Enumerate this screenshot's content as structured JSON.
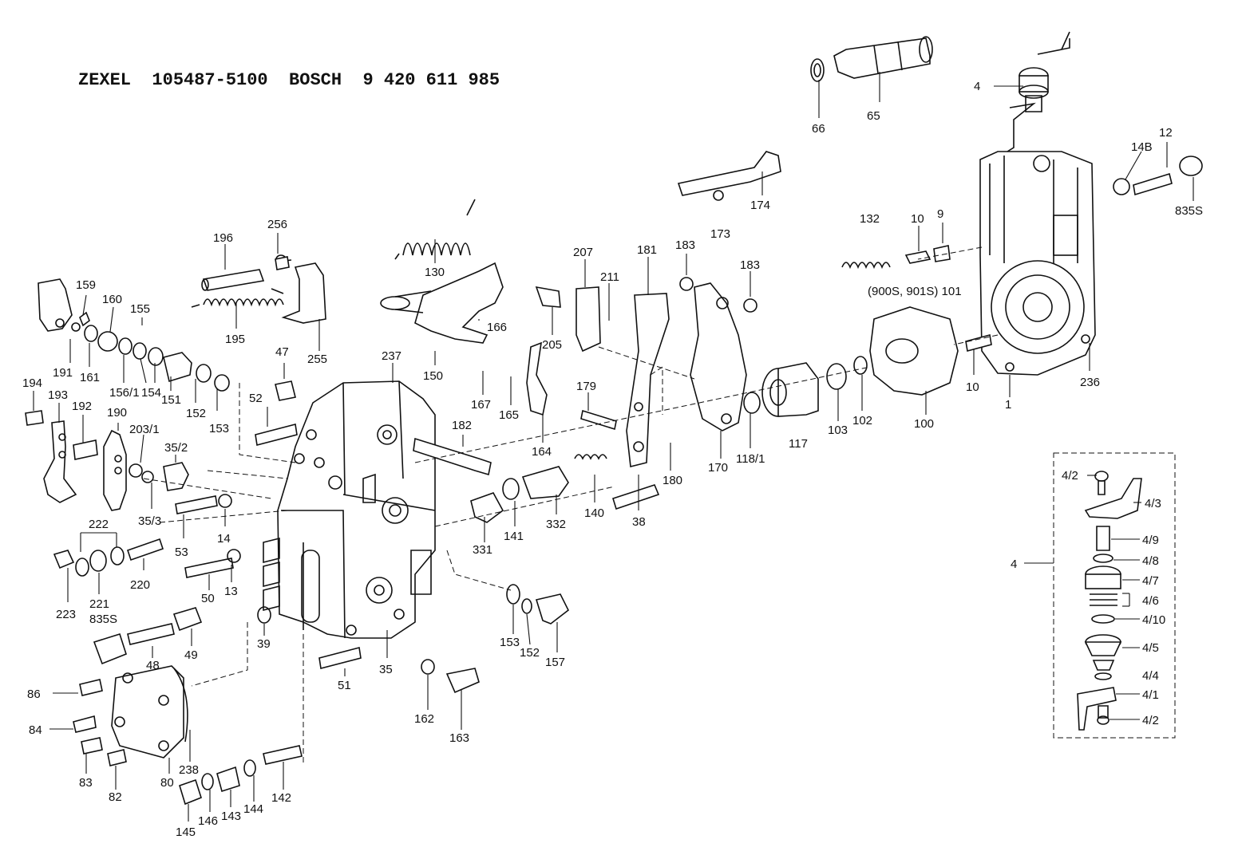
{
  "header": {
    "title": "ZEXEL  105487-5100  BOSCH  9 420 611 985"
  },
  "labels": {
    "p1": "1",
    "p4": "4",
    "p9": "9",
    "p10a": "10",
    "p10b": "10",
    "p12": "12",
    "p13": "13",
    "p14": "14",
    "p14B": "14B",
    "p35": "35",
    "p35_2": "35/2",
    "p35_3": "35/3",
    "p38": "38",
    "p39": "39",
    "p47": "47",
    "p48": "48",
    "p49": "49",
    "p50": "50",
    "p51": "51",
    "p52": "52",
    "p53": "53",
    "p65": "65",
    "p66": "66",
    "p80": "80",
    "p82": "82",
    "p83": "83",
    "p84": "84",
    "p86": "86",
    "p100": "100",
    "p101": "(900S, 901S) 101",
    "p102": "102",
    "p103": "103",
    "p117": "117",
    "p118_1": "118/1",
    "p130": "130",
    "p132": "132",
    "p140": "140",
    "p141": "141",
    "p142": "142",
    "p143": "143",
    "p144": "144",
    "p145": "145",
    "p146": "146",
    "p150": "150",
    "p151": "151",
    "p152a": "152",
    "p152b": "152",
    "p153a": "153",
    "p153b": "153",
    "p154": "154",
    "p155": "155",
    "p156_1": "156/1",
    "p157": "157",
    "p159": "159",
    "p160": "160",
    "p161": "161",
    "p162": "162",
    "p163": "163",
    "p164": "164",
    "p165": "165",
    "p166": "166",
    "p167": "167",
    "p170": "170",
    "p173": "173",
    "p174": "174",
    "p179": "179",
    "p180": "180",
    "p181": "181",
    "p182": "182",
    "p183a": "183",
    "p183b": "183",
    "p190": "190",
    "p191": "191",
    "p192": "192",
    "p193": "193",
    "p194": "194",
    "p195": "195",
    "p196": "196",
    "p203_1": "203/1",
    "p205": "205",
    "p207": "207",
    "p211": "211",
    "p220": "220",
    "p221": "221",
    "p222": "222",
    "p223": "223",
    "p835a": "835S",
    "p835b": "835S",
    "p236": "236",
    "p237": "237",
    "p238": "238",
    "p255": "255",
    "p256": "256",
    "p331": "331",
    "p332": "332"
  },
  "inset": {
    "label_4": "4",
    "items": [
      "4/2",
      "4/3",
      "4/9",
      "4/8",
      "4/7",
      "4/6",
      "4/10",
      "4/5",
      "4/4",
      "4/1",
      "4/2"
    ]
  }
}
